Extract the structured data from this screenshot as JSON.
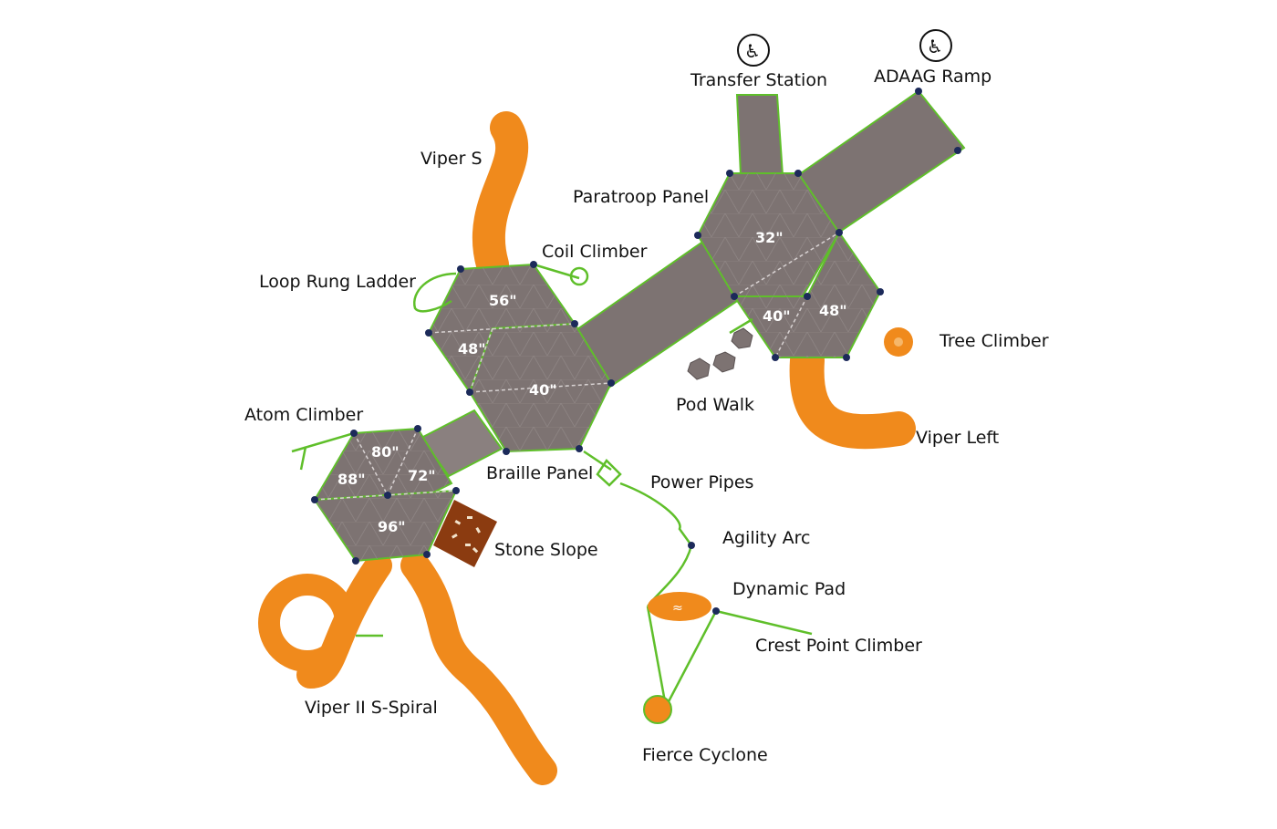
{
  "labels": {
    "transfer_station": "Transfer Station",
    "adaag_ramp": "ADAAG Ramp",
    "viper_s": "Viper S",
    "paratroop_panel": "Paratroop Panel",
    "coil_climber": "Coil Climber",
    "loop_rung_ladder": "Loop Rung Ladder",
    "tree_climber": "Tree Climber",
    "pod_walk": "Pod Walk",
    "viper_left": "Viper Left",
    "atom_climber": "Atom Climber",
    "braille_panel": "Braille Panel",
    "power_pipes": "Power Pipes",
    "stone_slope": "Stone Slope",
    "agility_arc": "Agility Arc",
    "dynamic_pad": "Dynamic Pad",
    "crest_point_climber": "Crest Point Climber",
    "viper_ii_s_spiral": "Viper II S-Spiral",
    "fierce_cyclone": "Fierce Cyclone"
  },
  "deck_heights": {
    "h32": "32\"",
    "h40_right": "40\"",
    "h48_right": "48\"",
    "h56": "56\"",
    "h48_mid": "48\"",
    "h40_mid": "40\"",
    "h80": "80\"",
    "h88": "88\"",
    "h72": "72\"",
    "h96": "96\""
  },
  "icons": {
    "accessibility_1": "wheelchair-accessibility-icon",
    "accessibility_2": "wheelchair-accessibility-icon"
  },
  "colors": {
    "deck": "#7d7372",
    "deck_edge": "#5fbf2a",
    "slide": "#f08a1c",
    "post": "#1c2a5a",
    "stone": "#8b3b10"
  }
}
